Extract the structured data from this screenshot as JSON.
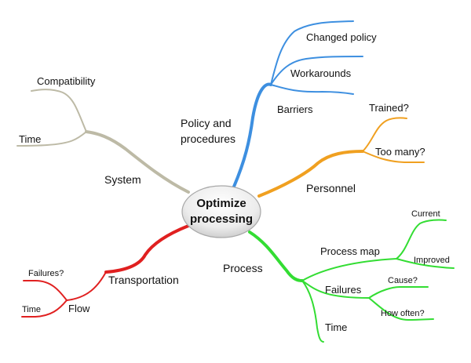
{
  "colors": {
    "policy": "#3d8fe0",
    "personnel": "#f0a020",
    "process": "#33dd33",
    "transportation": "#e02020",
    "system": "#bdbaa6"
  },
  "center": {
    "line1": "Optimize",
    "line2": "processing"
  },
  "branches": {
    "policy": {
      "label_line1": "Policy and",
      "label_line2": "procedures",
      "children": [
        "Changed policy",
        "Workarounds",
        "Barriers"
      ]
    },
    "personnel": {
      "label": "Personnel",
      "children": [
        "Trained?",
        "Too many?"
      ]
    },
    "process": {
      "label": "Process",
      "process_map": {
        "label": "Process map",
        "children": [
          "Current",
          "Improved"
        ]
      },
      "failures": {
        "label": "Failures",
        "children": [
          "Cause?",
          "How often?"
        ]
      },
      "time": "Time"
    },
    "transportation": {
      "label": "Transportation",
      "flow": {
        "label": "Flow",
        "children": [
          "Failures?",
          "Time"
        ]
      }
    },
    "system": {
      "label": "System",
      "children": [
        "Compatibility",
        "Time"
      ]
    }
  }
}
